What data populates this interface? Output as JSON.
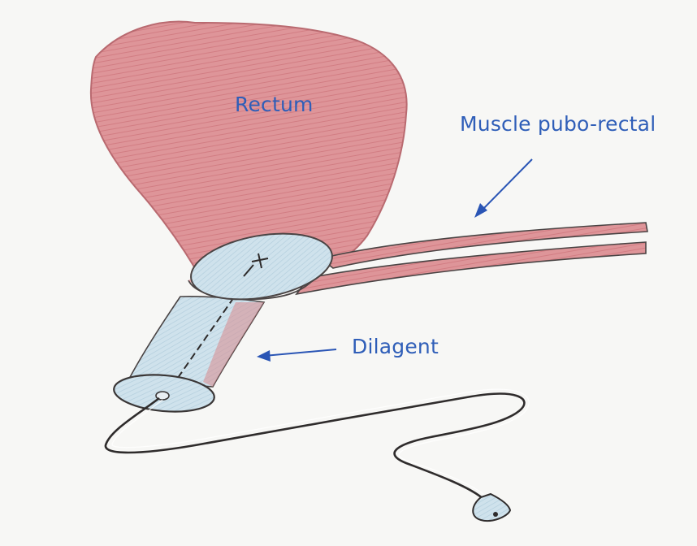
{
  "labels": {
    "rectum": "Rectum",
    "muscle": "Muscle pubo-rectal",
    "dilagent": "Dilagent"
  },
  "colors": {
    "background": "#f7f7f5",
    "label_text": "#2f5eb8",
    "arrow": "#2a55b5",
    "rectum_fill": "#dc8f93",
    "rectum_dark": "#c86a70",
    "muscle_fill": "#d98a8e",
    "device_fill": "#c6dde8",
    "outline": "#4a4444"
  }
}
